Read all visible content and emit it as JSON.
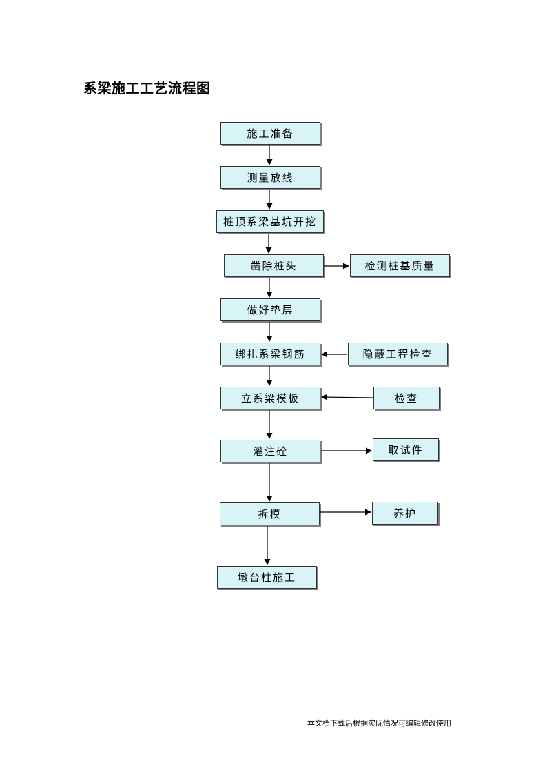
{
  "page": {
    "title": "系梁施工工艺流程图",
    "footer": "本文档下载后根据实际情况可编辑修改使用"
  },
  "flow": {
    "main_steps": [
      "施工准备",
      "测量放线",
      "桩顶系梁基坑开挖",
      "凿除桩头",
      "做好垫层",
      "绑扎系梁钢筋",
      "立系梁模板",
      "灌注砼",
      "拆模",
      "墩台柱施工"
    ],
    "side_steps": {
      "pile_quality": "检测桩基质量",
      "hidden_inspection": "隐蔽工程检查",
      "formwork_check": "检查",
      "sample": "取试件",
      "curing": "养护"
    }
  },
  "colors": {
    "box_fill": "#d9f4f7",
    "box_border": "#333333",
    "arrow": "#000000"
  }
}
